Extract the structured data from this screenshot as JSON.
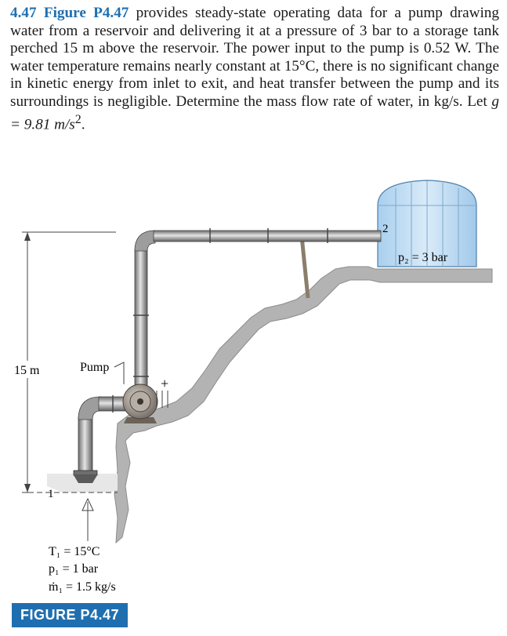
{
  "problem": {
    "number": "4.47",
    "figure_ref": "Figure P4.47",
    "text": "provides steady-state operating data for a pump drawing water from a reservoir and delivering it at a pressure of 3 bar to a storage tank perched 15 m above the reservoir. The power input to the pump is 0.52 W. The water temperature remains nearly constant at 15°C, there is no significant change in kinetic energy from inlet to exit, and heat transfer between the pump and its surroundings is negligible. Determine the mass flow rate of water, in kg/s. Let",
    "gravity": "g = 9.81 m/s",
    "gravity_exp": "2",
    "end": "."
  },
  "figure": {
    "height_label": "15 m",
    "pump_label": "Pump",
    "state2_label": "2",
    "state2_pressure": "p₂ = 3 bar",
    "state1_label": "1",
    "state1_T": "T₁ = 15°C",
    "state1_p": "p₁ = 1 bar",
    "state1_m": "ṁ₁ = 1.5 kg/s",
    "power_sign": "+",
    "caption": "FIGURE P4.47"
  }
}
